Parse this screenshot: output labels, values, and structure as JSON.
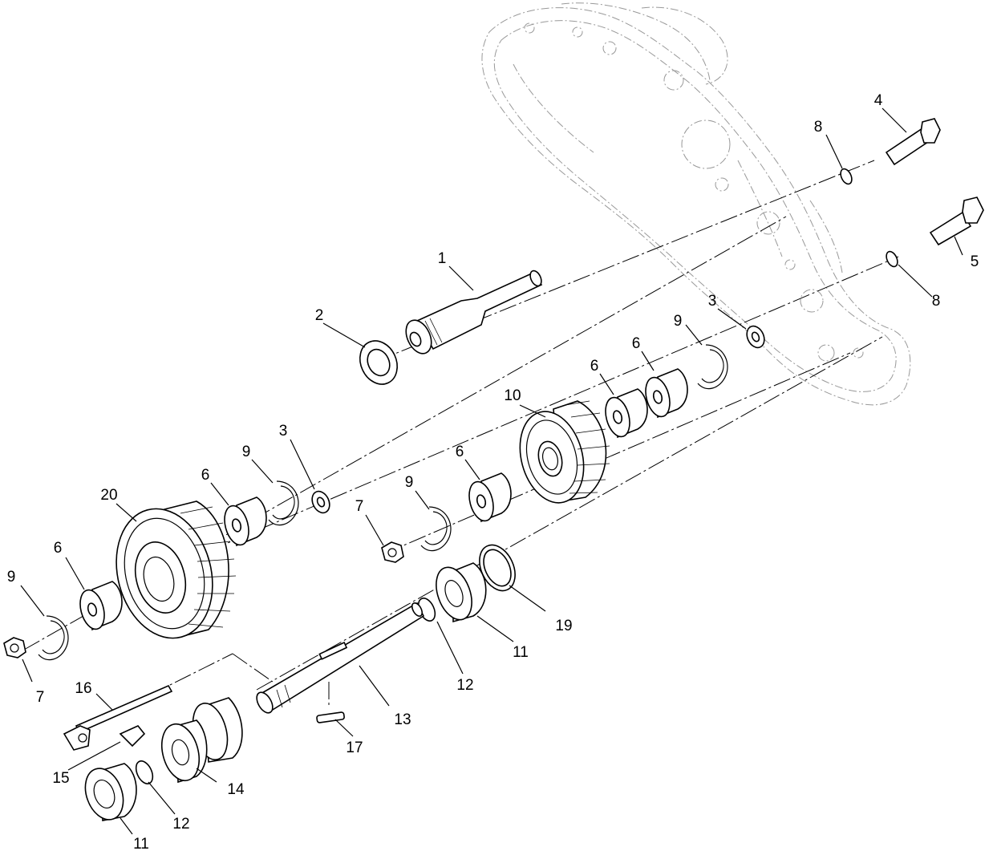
{
  "diagram": {
    "callouts": [
      {
        "key": "c1",
        "text": "1"
      },
      {
        "key": "c2",
        "text": "2"
      },
      {
        "key": "c3a",
        "text": "3"
      },
      {
        "key": "c3b",
        "text": "3"
      },
      {
        "key": "c4",
        "text": "4"
      },
      {
        "key": "c5",
        "text": "5"
      },
      {
        "key": "c6a",
        "text": "6"
      },
      {
        "key": "c6b",
        "text": "6"
      },
      {
        "key": "c6c",
        "text": "6"
      },
      {
        "key": "c6d",
        "text": "6"
      },
      {
        "key": "c6e",
        "text": "6"
      },
      {
        "key": "c7a",
        "text": "7"
      },
      {
        "key": "c7b",
        "text": "7"
      },
      {
        "key": "c8a",
        "text": "8"
      },
      {
        "key": "c8b",
        "text": "8"
      },
      {
        "key": "c9a",
        "text": "9"
      },
      {
        "key": "c9b",
        "text": "9"
      },
      {
        "key": "c9c",
        "text": "9"
      },
      {
        "key": "c9d",
        "text": "9"
      },
      {
        "key": "c10",
        "text": "10"
      },
      {
        "key": "c11a",
        "text": "11"
      },
      {
        "key": "c11b",
        "text": "11"
      },
      {
        "key": "c12a",
        "text": "12"
      },
      {
        "key": "c12b",
        "text": "12"
      },
      {
        "key": "c13",
        "text": "13"
      },
      {
        "key": "c14",
        "text": "14"
      },
      {
        "key": "c15",
        "text": "15"
      },
      {
        "key": "c16",
        "text": "16"
      },
      {
        "key": "c17",
        "text": "17"
      },
      {
        "key": "c19",
        "text": "19"
      },
      {
        "key": "c20",
        "text": "20"
      }
    ]
  }
}
